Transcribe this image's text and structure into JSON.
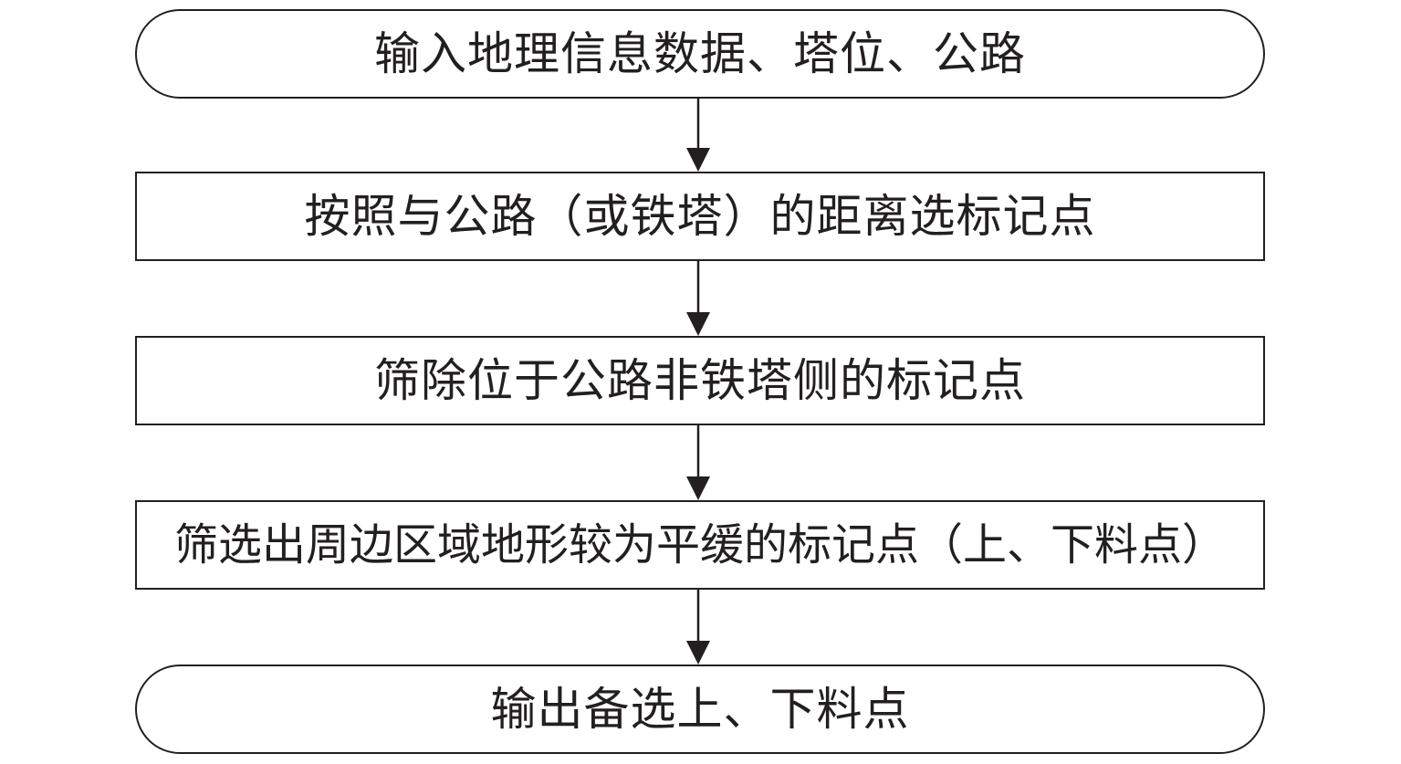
{
  "flowchart": {
    "steps": [
      {
        "shape": "terminal",
        "label": "输入地理信息数据、塔位、公路"
      },
      {
        "shape": "process",
        "label": "按照与公路（或铁塔）的距离选标记点"
      },
      {
        "shape": "process",
        "label": "筛除位于公路非铁塔侧的标记点"
      },
      {
        "shape": "process",
        "label": "筛选出周边区域地形较为平缓的标记点（上、下料点）"
      },
      {
        "shape": "terminal",
        "label": "输出备选上、下料点"
      }
    ],
    "line_color": "#231f20"
  }
}
